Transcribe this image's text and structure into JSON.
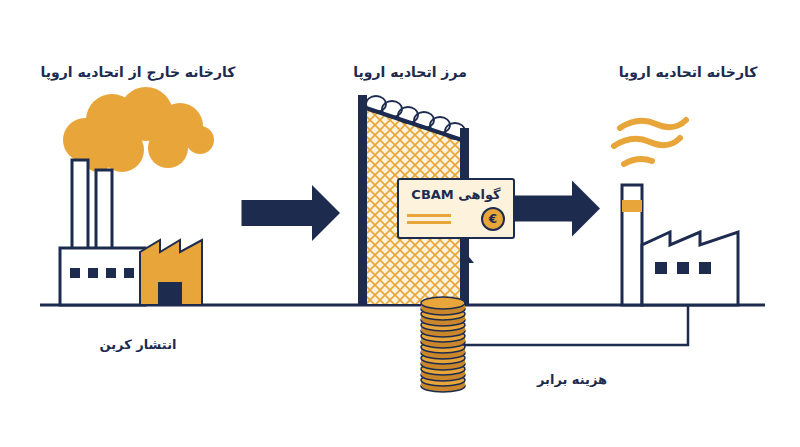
{
  "diagram": {
    "nodes": [
      {
        "text": [
          "کارخانه خارج از اتحادیه اروپا",
          "انتشار کربن"
        ]
      },
      {
        "text": [
          "مرز اتحادیه اروپا"
        ]
      },
      {
        "text": [
          "گواهی CBAM",
          "€"
        ]
      },
      {
        "text": [
          "کارخانه اتحادیه اروپا"
        ]
      }
    ],
    "edges": [
      {
        "from": 0,
        "to": 1,
        "arrow": "to"
      },
      {
        "from": 2,
        "to": 3,
        "arrow": "to"
      },
      {
        "from": 3,
        "to": 2,
        "arrow": "to",
        "label": "هزینه برابر"
      }
    ]
  }
}
